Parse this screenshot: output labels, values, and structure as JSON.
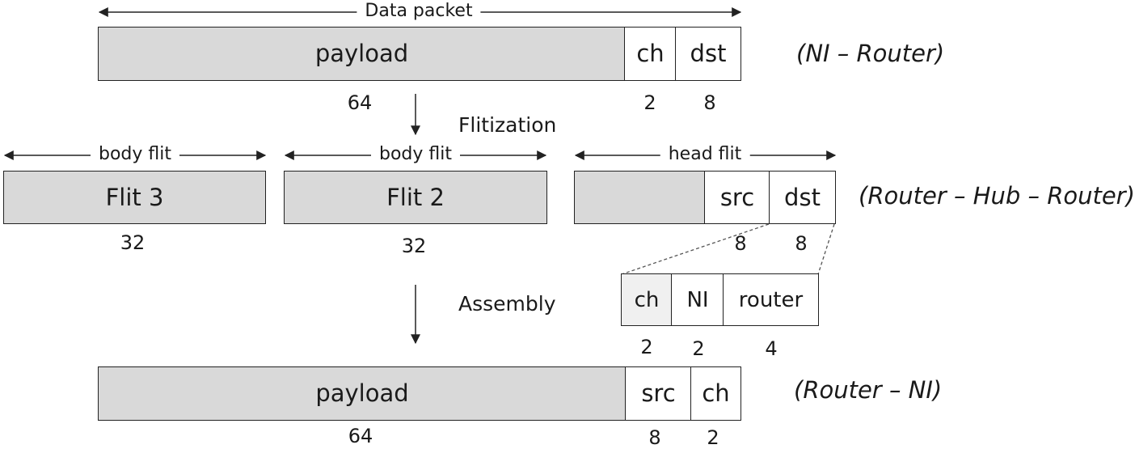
{
  "top_packet": {
    "span_label": "Data packet",
    "fields": {
      "payload": "payload",
      "ch": "ch",
      "dst": "dst"
    },
    "widths": {
      "payload": "64",
      "ch": "2",
      "dst": "8"
    },
    "stage": "(NI – Router)"
  },
  "flitization_label": "Flitization",
  "flits": {
    "flit3": {
      "span_label": "body flit",
      "label": "Flit 3",
      "width": "32"
    },
    "flit2": {
      "span_label": "body flit",
      "label": "Flit 2",
      "width": "32"
    },
    "head": {
      "span_label": "head flit",
      "src": "src",
      "dst": "dst",
      "src_width": "8",
      "dst_width": "8"
    },
    "stage": "(Router – Hub – Router)"
  },
  "dst_breakdown": {
    "fields": {
      "ch": "ch",
      "ni": "NI",
      "router": "router"
    },
    "widths": {
      "ch": "2",
      "ni": "2",
      "router": "4"
    }
  },
  "assembly_label": "Assembly",
  "bottom_packet": {
    "fields": {
      "payload": "payload",
      "src": "src",
      "ch": "ch"
    },
    "widths": {
      "payload": "64",
      "src": "8",
      "ch": "2"
    },
    "stage": "(Router – NI)"
  },
  "colors": {
    "field_fill": "#d9d9d9",
    "ch_fill": "#f0f0f0",
    "line": "#222222"
  }
}
